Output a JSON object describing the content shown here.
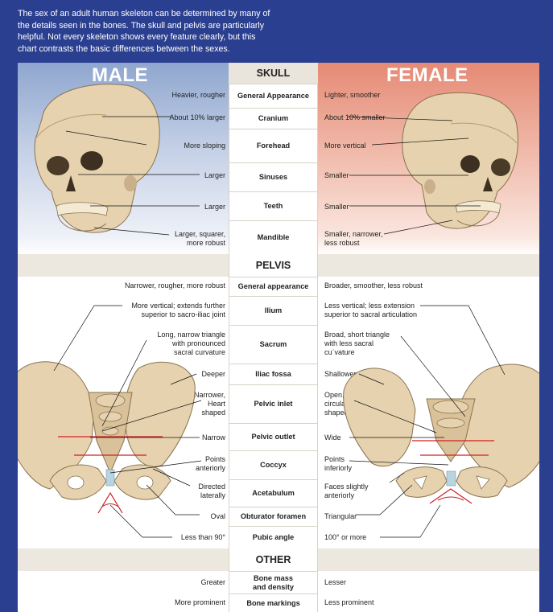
{
  "intro": "The sex of an adult human skeleton can be determined by many of the details seen in the bones. The skull and pelvis are particularly helpful. Not every skeleton shows every feature clearly, but this chart contrasts the basic differences between the sexes.",
  "intro_lines": [
    "The sex of an adult human skeleton can be determined by many of",
    "the details seen in the bones. The skull and pelvis are particularly",
    "helpful. Not every skeleton shows every feature clearly, but this",
    "chart contrasts the basic differences between the sexes."
  ],
  "headers": {
    "male": "MALE",
    "female": "FEMALE"
  },
  "sections": {
    "skull": "SKULL",
    "pelvis": "PELVIS",
    "other": "OTHER"
  },
  "skull_rows": [
    {
      "feature": "General Appearance",
      "male": [
        "Heavier, rougher"
      ],
      "female": [
        "Lighter, smoother"
      ]
    },
    {
      "feature": "Cranium",
      "male": [
        "About 10% larger"
      ],
      "female": [
        "About 10% smaller"
      ]
    },
    {
      "feature": "Forehead",
      "male": [
        "More sloping"
      ],
      "female": [
        "More vertical"
      ]
    },
    {
      "feature": "Sinuses",
      "male": [
        "Larger"
      ],
      "female": [
        "Smaller"
      ]
    },
    {
      "feature": "Teeth",
      "male": [
        "Larger"
      ],
      "female": [
        "Smaller"
      ]
    },
    {
      "feature": "Mandible",
      "male": [
        "Larger, squarer,",
        "more robust"
      ],
      "female": [
        "Smaller, narrower,",
        "less robust"
      ]
    }
  ],
  "pelvis_rows": [
    {
      "feature": "General appearance",
      "male": [
        "Narrower, rougher, more robust"
      ],
      "female": [
        "Broader, smoother, less robust"
      ]
    },
    {
      "feature": "Ilium",
      "male": [
        "More vertical; extends further",
        "superior to sacro-iliac joint"
      ],
      "female": [
        "Less vertical; less extension",
        "superior to sacral articulation"
      ]
    },
    {
      "feature": "Sacrum",
      "male": [
        "Long, narrow triangle",
        "with pronounced",
        "sacral curvature"
      ],
      "female": [
        "Broad, short triangle",
        "with less sacral",
        "cuʾvature"
      ]
    },
    {
      "feature": "Iliac fossa",
      "male": [
        "Deeper"
      ],
      "female": [
        "Shallower"
      ]
    },
    {
      "feature": "Pelvic inlet",
      "male": [
        "Narrower,",
        "Heart",
        "shaped"
      ],
      "female": [
        "Open,",
        "circular",
        "shaped"
      ]
    },
    {
      "feature": "Pelvic outlet",
      "male": [
        "Narrow"
      ],
      "female": [
        "Wide"
      ]
    },
    {
      "feature": "Coccyx",
      "male": [
        "Points",
        "anteriorly"
      ],
      "female": [
        "Points",
        "inferiorly"
      ]
    },
    {
      "feature": "Acetabulum",
      "male": [
        "Directed",
        "laterally"
      ],
      "female": [
        "Faces slightly",
        "anteriorly"
      ]
    },
    {
      "feature": "Obturator foramen",
      "male": [
        "Oval"
      ],
      "female": [
        "Triangular"
      ]
    },
    {
      "feature": "Pubic angle",
      "male": [
        "Less than 90°"
      ],
      "female": [
        "100° or more"
      ]
    }
  ],
  "other_rows": [
    {
      "feature": "Bone mass and density",
      "feature_lines": [
        "Bone mass",
        "and density"
      ],
      "male": [
        "Greater"
      ],
      "female": [
        "Lesser"
      ]
    },
    {
      "feature": "Bone markings",
      "feature_lines": [
        "Bone markings"
      ],
      "male": [
        "More prominent"
      ],
      "female": [
        "Less prominent"
      ]
    }
  ],
  "colors": {
    "frame": "#2a3f8f",
    "male_tint": "#8fa6cf",
    "female_tint": "#e58a75",
    "bone": "#e8d5b4",
    "bone_shade": "#c9b08a",
    "angle_red": "#d02020"
  }
}
